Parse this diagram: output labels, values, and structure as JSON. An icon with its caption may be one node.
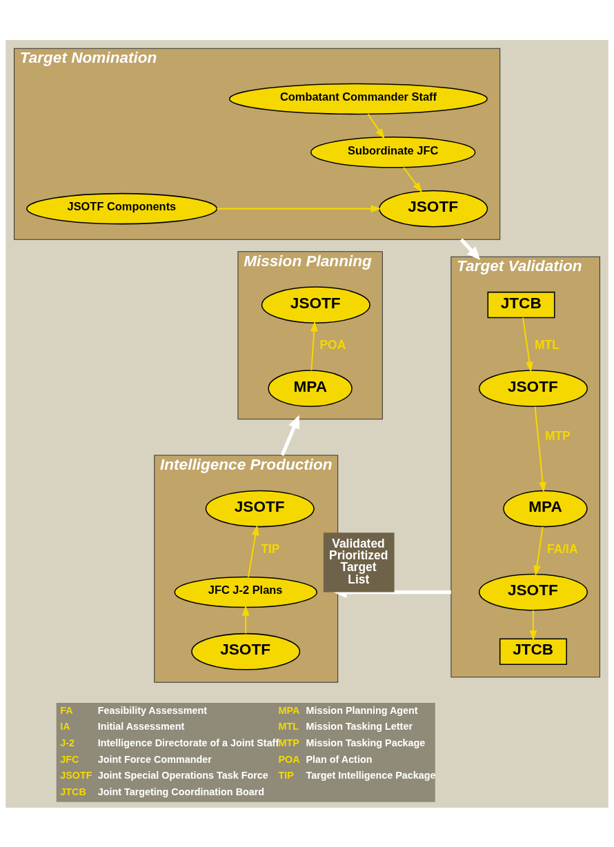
{
  "diagram": {
    "nodes": [
      {
        "text": [
          "Target Nomination"
        ]
      },
      {
        "text": [
          "Combatant Commander Staff"
        ],
        "in": 0
      },
      {
        "text": [
          "Subordinate JFC"
        ],
        "in": 0
      },
      {
        "text": [
          "JSOTF Components"
        ],
        "in": 0
      },
      {
        "text": [
          "JSOTF"
        ],
        "in": 0
      },
      {
        "text": [
          "Mission Planning"
        ]
      },
      {
        "text": [
          "JSOTF"
        ],
        "in": 5
      },
      {
        "text": [
          "MPA"
        ],
        "in": 5
      },
      {
        "text": [
          "Target Validation"
        ]
      },
      {
        "text": [
          "JTCB"
        ],
        "in": 8
      },
      {
        "text": [
          "JSOTF"
        ],
        "in": 8
      },
      {
        "text": [
          "MPA"
        ],
        "in": 8
      },
      {
        "text": [
          "JSOTF"
        ],
        "in": 8
      },
      {
        "text": [
          "JTCB"
        ],
        "in": 8
      },
      {
        "text": [
          "Intelligence Production"
        ]
      },
      {
        "text": [
          "JSOTF"
        ],
        "in": 14
      },
      {
        "text": [
          "JFC J-2 Plans"
        ],
        "in": 14
      },
      {
        "text": [
          "JSOTF"
        ],
        "in": 14
      }
    ],
    "edges": [
      {
        "from": 1,
        "to": 2,
        "arrow": "to"
      },
      {
        "from": 2,
        "to": 4,
        "arrow": "to"
      },
      {
        "from": 3,
        "to": 4,
        "arrow": "to"
      },
      {
        "from": 7,
        "to": 6,
        "arrow": "to",
        "label": "POA"
      },
      {
        "from": 9,
        "to": 10,
        "arrow": "to",
        "label": "MTL"
      },
      {
        "from": 10,
        "to": 11,
        "arrow": "to",
        "label": "MTP"
      },
      {
        "from": 11,
        "to": 12,
        "arrow": "to",
        "label": "FA/IA"
      },
      {
        "from": 12,
        "to": 13,
        "arrow": "to"
      },
      {
        "from": 17,
        "to": 16,
        "arrow": "to"
      },
      {
        "from": 16,
        "to": 15,
        "arrow": "to",
        "label": "TIP"
      },
      {
        "from": 0,
        "to": 8,
        "arrow": "to",
        "style": "thick",
        "color": "#ffffff"
      },
      {
        "from": 8,
        "to": 14,
        "arrow": "to",
        "style": "thick",
        "color": "#ffffff",
        "label": "Validated Prioritized Target List"
      },
      {
        "from": 14,
        "to": 5,
        "arrow": "to",
        "style": "thick",
        "color": "#ffffff"
      }
    ],
    "labels": [
      "FA",
      "Feasibility Assessment",
      "MPA",
      "Mission Planning Agent",
      "IA",
      "Initial Assessment",
      "MTL",
      "Mission Tasking Letter",
      "J-2",
      "Intelligence Directorate of a Joint Staff",
      "MTP",
      "Mission Tasking Package",
      "JFC",
      "Joint Force Commander",
      "POA",
      "Plan of Action",
      "JSOTF",
      "Joint Special Operations Task Force",
      "TIP",
      "Target Intelligence Package",
      "JTCB",
      "Joint Targeting Coordination Board"
    ]
  }
}
